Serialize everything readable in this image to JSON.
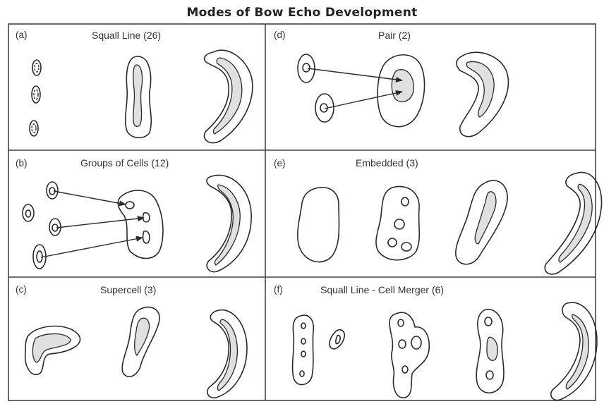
{
  "title": "Modes of Bow Echo Development",
  "panels": {
    "a": {
      "letter": "(a)",
      "label": "Squall Line (26)"
    },
    "b": {
      "letter": "(b)",
      "label": "Groups of Cells (12)"
    },
    "c": {
      "letter": "(c)",
      "label": "Supercell (3)"
    },
    "d": {
      "letter": "(d)",
      "label": "Pair (2)"
    },
    "e": {
      "letter": "(e)",
      "label": "Embedded (3)"
    },
    "f": {
      "letter": "(f)",
      "label": "Squall Line - Cell Merger (6)"
    }
  },
  "colors": {
    "outline": "#2a2a2a",
    "shading": "#e0e0e0"
  }
}
